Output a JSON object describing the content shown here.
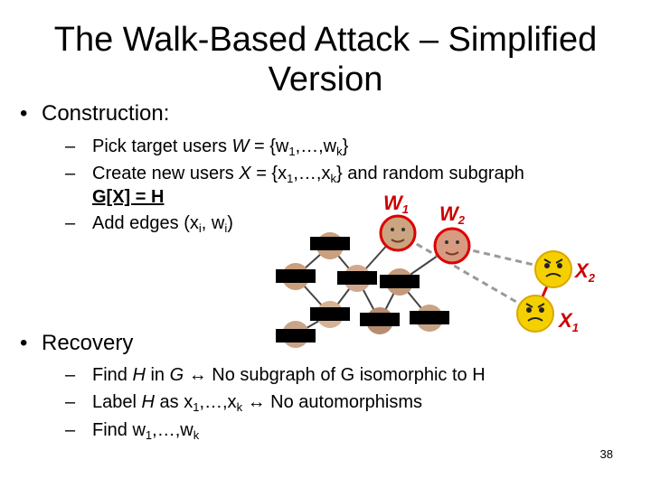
{
  "slide": {
    "title_line1": "The Walk-Based Attack – Simplified",
    "title_line2": "Version",
    "bullet_construction": "Construction:",
    "construction_items": [
      {
        "pre": "Pick target users ",
        "var": "W",
        "mid": " = {w",
        "s1": "1",
        "mid2": ",…,w",
        "s2": "k",
        "post": "}"
      },
      {
        "pre": "Create new users ",
        "var": "X",
        "mid": " = {x",
        "s1": "1",
        "mid2": ",…,x",
        "s2": "k",
        "post": "} and random subgraph"
      },
      {
        "line2": "G[X] = H"
      },
      {
        "pre": "Add edges (x",
        "s1": "i",
        "mid": ", w",
        "s2": "i",
        "post": ")"
      }
    ],
    "bullet_recovery": "Recovery",
    "recovery_items": [
      {
        "text1": "Find ",
        "var1": "H",
        "text2": " in ",
        "var2": "G",
        "text3": " ↔ No subgraph of G isomorphic to H"
      },
      {
        "text1": "Label ",
        "var1": "H",
        "text2": " as x",
        "s1": "1",
        "text3": ",…,x",
        "s2": "k",
        "text4": " ↔ No automorphisms"
      },
      {
        "text1": "Find w",
        "s1": "1",
        "text2": ",…,w",
        "s2": "k"
      }
    ],
    "page_number": "38"
  },
  "graph": {
    "labels": {
      "w1": "W",
      "w1_sub": "1",
      "w2": "W",
      "w2_sub": "2",
      "x2": "X",
      "x2_sub": "2",
      "x1": "X",
      "x1_sub": "1"
    },
    "colors": {
      "red": "#dd0000",
      "dashed": "#999999",
      "dark_edge": "#444444",
      "smiley": "#f5d000",
      "mask": "#000000"
    }
  }
}
